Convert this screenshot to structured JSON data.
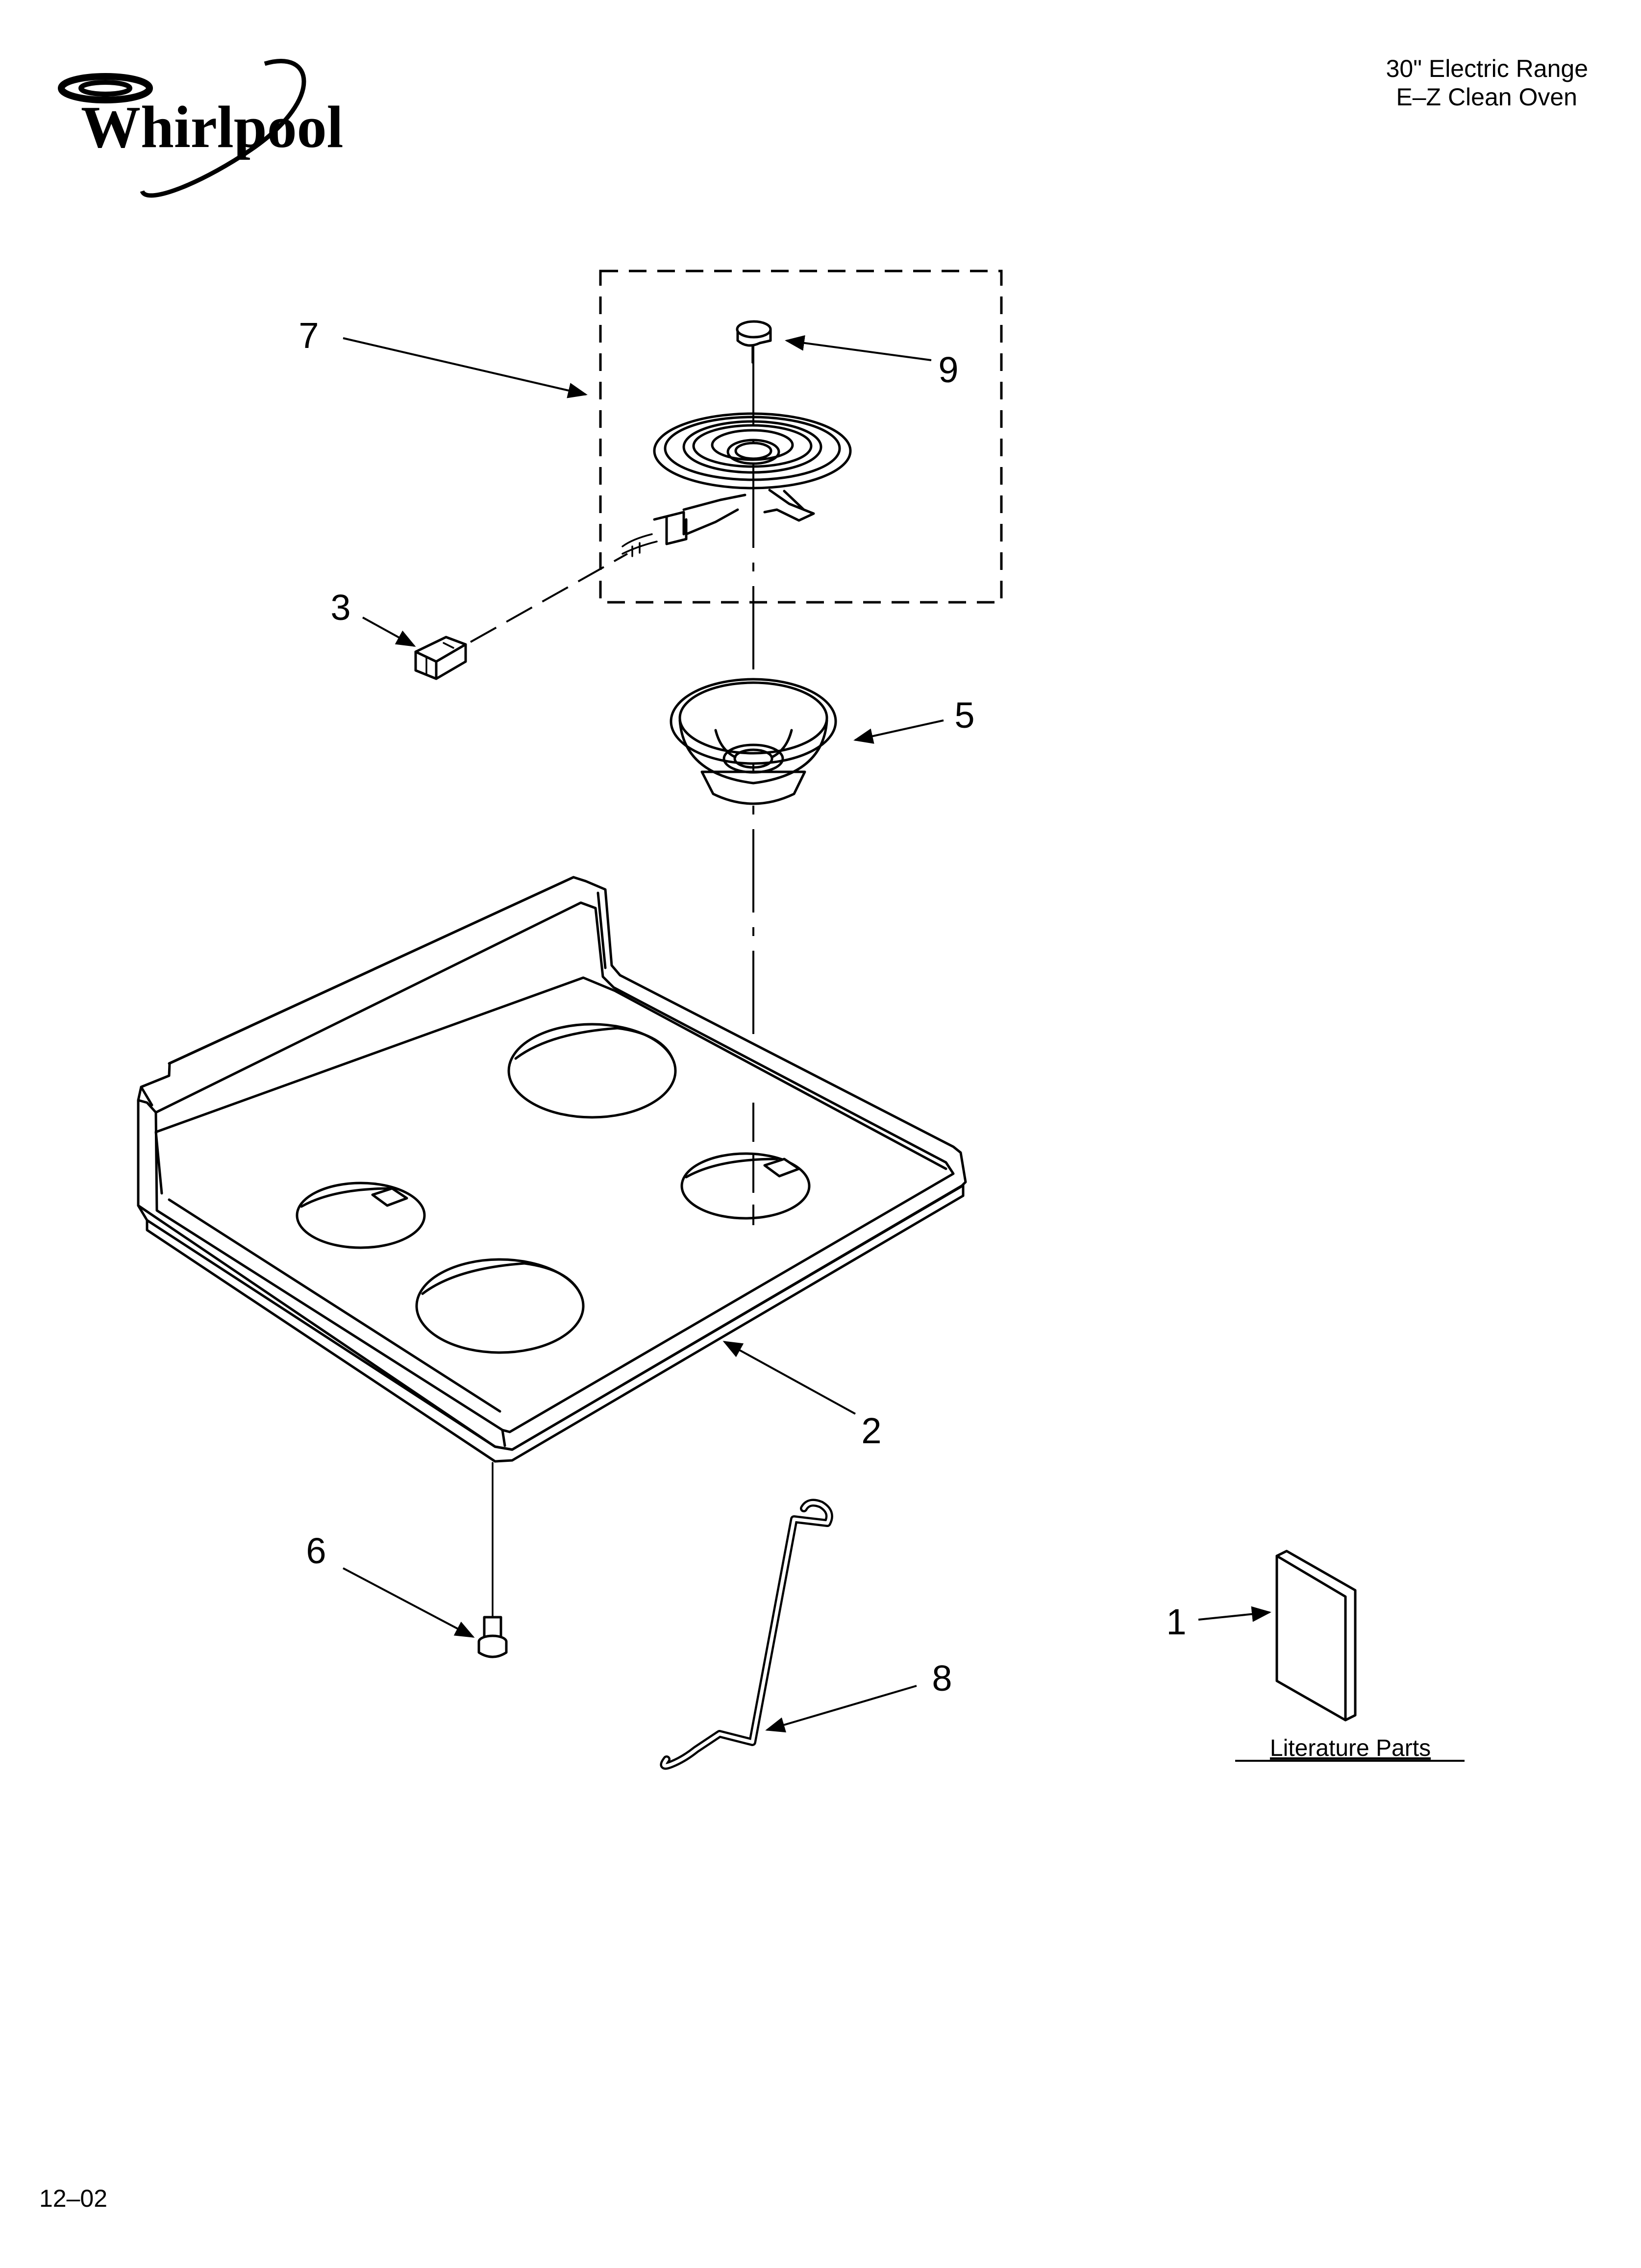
{
  "brand": {
    "logo_text": "Whirlpool"
  },
  "header": {
    "line1": "30\" Electric Range",
    "line2": "E–Z Clean Oven"
  },
  "callouts": {
    "c1": "1",
    "c2": "2",
    "c3": "3",
    "c5": "5",
    "c6": "6",
    "c7": "7",
    "c8": "8",
    "c9": "9"
  },
  "literature": {
    "label": "Literature Parts"
  },
  "footer": {
    "date_code": "12–02"
  }
}
